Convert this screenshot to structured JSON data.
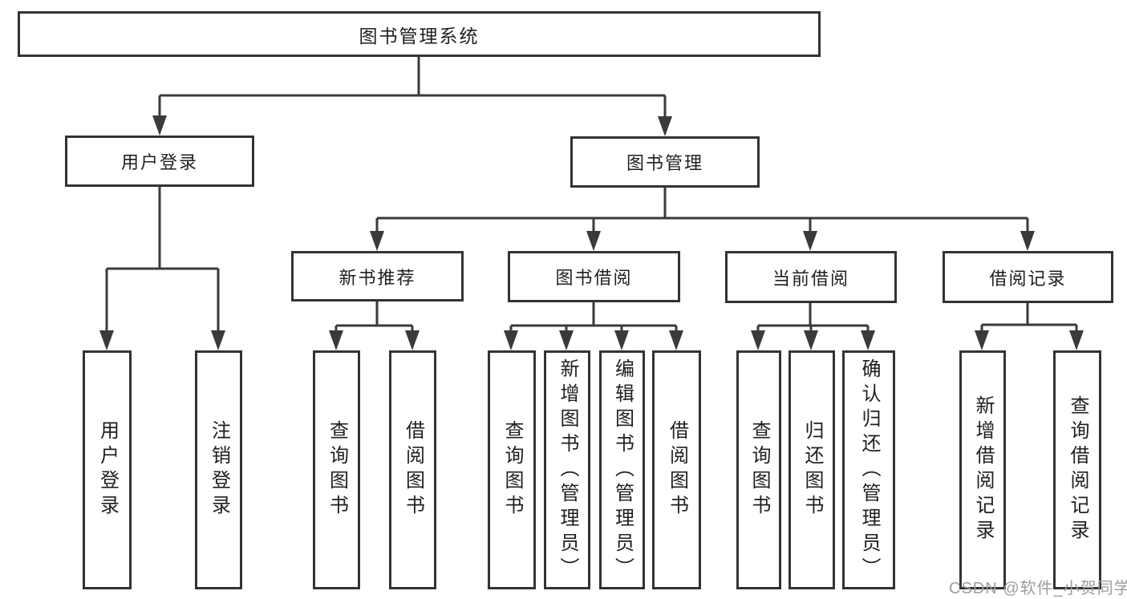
{
  "diagram": {
    "title": "图书管理系统",
    "watermark": "CSDN @软件_小贺同学",
    "colors": {
      "background": "#ffffff",
      "line": "#3a3a3a",
      "box_border": "#333333",
      "text": "#1f1f1f",
      "watermark_text": "#9e9e9e"
    },
    "nodes": [
      {
        "id": "root",
        "label": "图书管理系统",
        "level": 1,
        "parent": null
      },
      {
        "id": "user-login",
        "label": "用户登录",
        "level": 2,
        "parent": "图书管理系统"
      },
      {
        "id": "book-management",
        "label": "图书管理",
        "level": 2,
        "parent": "图书管理系统"
      },
      {
        "id": "new-book-recommend",
        "label": "新书推荐",
        "level": 3,
        "parent": "图书管理"
      },
      {
        "id": "book-borrowing",
        "label": "图书借阅",
        "level": 3,
        "parent": "图书管理"
      },
      {
        "id": "current-borrowing",
        "label": "当前借阅",
        "level": 3,
        "parent": "图书管理"
      },
      {
        "id": "borrowing-records",
        "label": "借阅记录",
        "level": 3,
        "parent": "图书管理"
      },
      {
        "id": "leaf-user-login",
        "label": "用户登录",
        "level": 4,
        "parent": "用户登录"
      },
      {
        "id": "leaf-logout",
        "label": "注销登录",
        "level": 4,
        "parent": "用户登录"
      },
      {
        "id": "leaf-query-book-1",
        "label": "查询图书",
        "level": 4,
        "parent": "新书推荐"
      },
      {
        "id": "leaf-borrow-book-1",
        "label": "借阅图书",
        "level": 4,
        "parent": "新书推荐"
      },
      {
        "id": "leaf-query-book-2",
        "label": "查询图书",
        "level": 4,
        "parent": "图书借阅"
      },
      {
        "id": "leaf-add-book",
        "label": "新增图书（管理员）",
        "level": 4,
        "parent": "图书借阅"
      },
      {
        "id": "leaf-edit-book",
        "label": "编辑图书（管理员）",
        "level": 4,
        "parent": "图书借阅"
      },
      {
        "id": "leaf-borrow-book-2",
        "label": "借阅图书",
        "level": 4,
        "parent": "图书借阅"
      },
      {
        "id": "leaf-query-book-3",
        "label": "查询图书",
        "level": 4,
        "parent": "当前借阅"
      },
      {
        "id": "leaf-return-book",
        "label": "归还图书",
        "level": 4,
        "parent": "当前借阅"
      },
      {
        "id": "leaf-confirm-return",
        "label": "确认归还（管理员）",
        "level": 4,
        "parent": "当前借阅"
      },
      {
        "id": "leaf-add-record",
        "label": "新增借阅记录",
        "level": 4,
        "parent": "借阅记录"
      },
      {
        "id": "leaf-query-record",
        "label": "查询借阅记录",
        "level": 4,
        "parent": "借阅记录"
      }
    ]
  }
}
